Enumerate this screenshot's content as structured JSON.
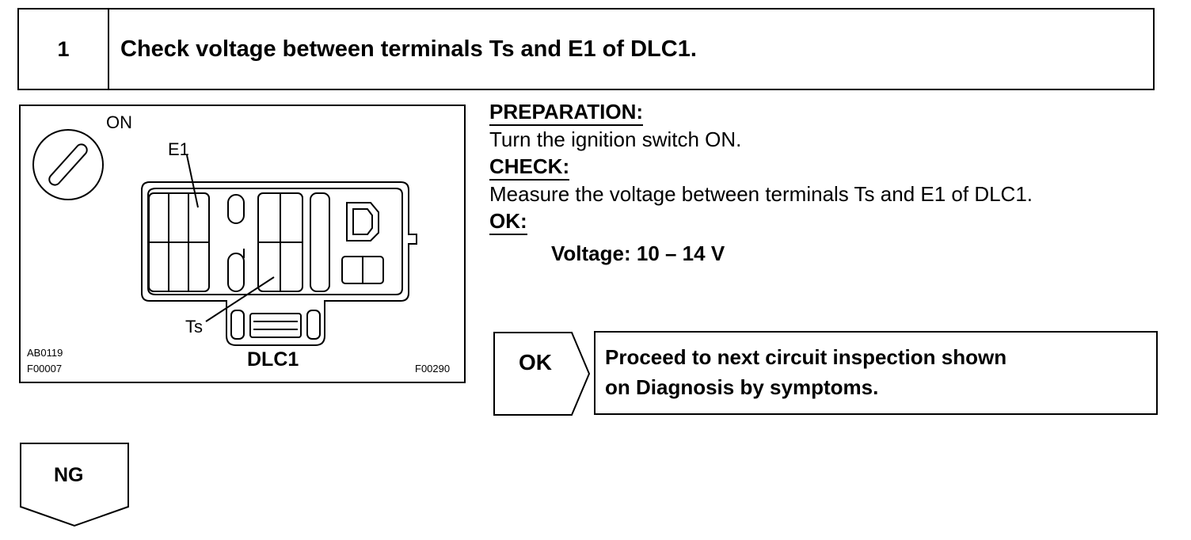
{
  "step": {
    "number": "1",
    "title": "Check voltage between terminals Ts and E1 of DLC1."
  },
  "figure": {
    "switch_label": "ON",
    "terminal_e1": "E1",
    "terminal_ts": "Ts",
    "caption": "DLC1",
    "code_left_1": "AB0119",
    "code_left_2": "F00007",
    "code_right": "F00290"
  },
  "instructions": {
    "preparation_heading": "PREPARATION:",
    "preparation_text": "Turn the ignition switch ON.",
    "check_heading": "CHECK:",
    "check_text": "Measure the voltage between terminals Ts and E1 of DLC1.",
    "ok_heading": "OK:",
    "ok_spec": "Voltage: 10 – 14 V"
  },
  "flow": {
    "ok_label": "OK",
    "ok_result_line1": "Proceed to next circuit inspection shown",
    "ok_result_line2": "on Diagnosis by symptoms.",
    "ng_label": "NG"
  }
}
